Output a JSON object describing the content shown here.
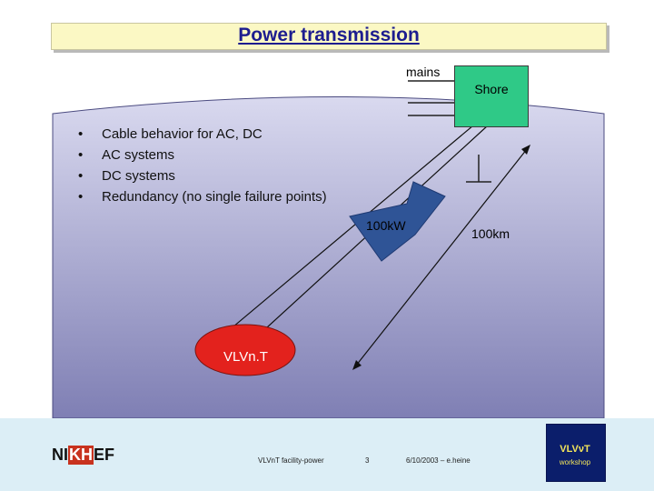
{
  "title": "Power transmission",
  "labels": {
    "mains": "mains",
    "shore": "Shore",
    "power": "100kW",
    "distance": "100km",
    "detector": "VLVn.T"
  },
  "bullets": [
    "Cable behavior for AC, DC",
    "AC systems",
    "DC systems",
    "Redundancy (no single failure points)"
  ],
  "bullet_glyph": "•",
  "footer": {
    "logo_left": "NI",
    "logo_mid": "KH",
    "logo_right": "EF",
    "center": "VLVnT facility-power",
    "page": "3",
    "date_author": "6/10/2003 – e.heine",
    "workshop_logo_title": "VLVνT",
    "workshop_logo_sub": "workshop"
  },
  "colors": {
    "title_bg": "#fbf8c4",
    "title_text": "#1d1d8f",
    "sea_light": "#d9d9ef",
    "sea_dark": "#7f7fb4",
    "shore_box": "#2fc987",
    "detector": "#e3221d",
    "power_shape": "#2f5496",
    "footer_bg": "#dceef6"
  }
}
